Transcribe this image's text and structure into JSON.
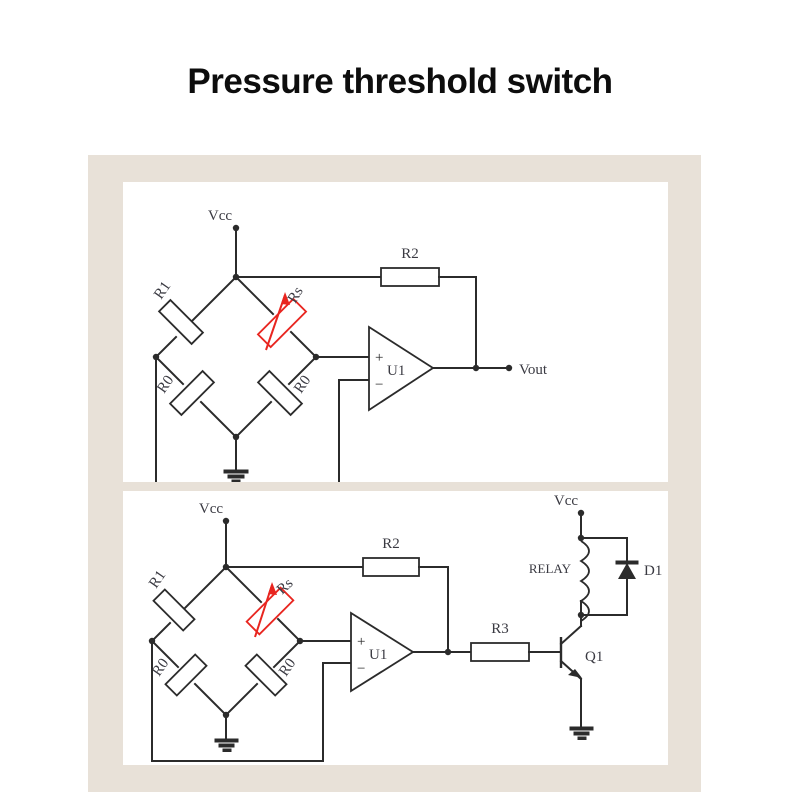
{
  "page": {
    "title": "Pressure threshold switch",
    "background_color": "#ffffff",
    "frame_color": "#e8e1d8",
    "panel_color": "#ffffff",
    "wire_color": "#2b2b2b",
    "sensor_color": "#e8251f"
  },
  "figures": [
    {
      "id": "circuit-top",
      "name": "wheatstone-bridge-opamp",
      "description": "Wheatstone bridge with pressure sensor Rs driving a non-inverting op-amp with feedback resistor R2 to Vout",
      "labels": {
        "supply": "Vcc",
        "bridge_arm_top_left": "R1",
        "bridge_arm_top_right": "Rs",
        "bridge_arm_bottom_left": "R0",
        "bridge_arm_bottom_right": "R0",
        "feedback_resistor": "R2",
        "opamp": "U1",
        "opamp_plus": "+",
        "opamp_minus": "−",
        "output": "Vout"
      }
    },
    {
      "id": "circuit-bottom",
      "name": "wheatstone-bridge-opamp-relay-driver",
      "description": "Same bridge and op-amp comparator driving an NPN transistor Q1 through R3 to switch a relay coil with flyback diode D1",
      "labels": {
        "supply": "Vcc",
        "bridge_arm_top_left": "R1",
        "bridge_arm_top_right": "Rs",
        "bridge_arm_bottom_left": "R0",
        "bridge_arm_bottom_right": "R0",
        "feedback_resistor": "R2",
        "opamp": "U1",
        "opamp_plus": "+",
        "opamp_minus": "−",
        "base_resistor": "R3",
        "transistor": "Q1",
        "relay": "RELAY",
        "diode": "D1",
        "relay_supply": "Vcc"
      }
    }
  ]
}
